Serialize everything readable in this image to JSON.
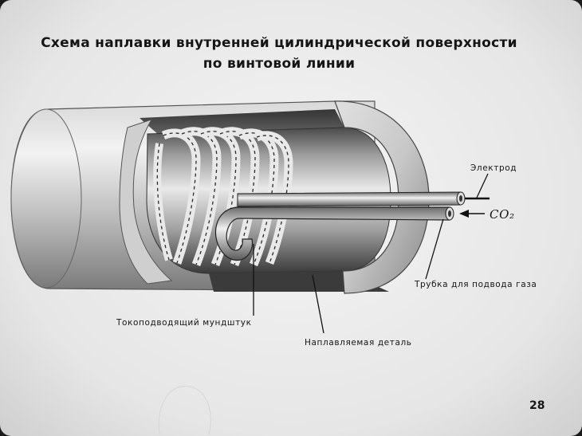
{
  "title": {
    "line1": "Схема наплавки внутренней цилиндрической поверхности",
    "line2": "по винтовой линии"
  },
  "labels": {
    "electrode": "Электрод",
    "co2": "CO₂",
    "gas_tube": "Трубка для подвода газа",
    "nozzle": "Токоподводящий мундштук",
    "part": "Наплавляемая деталь"
  },
  "page_number": "28"
}
